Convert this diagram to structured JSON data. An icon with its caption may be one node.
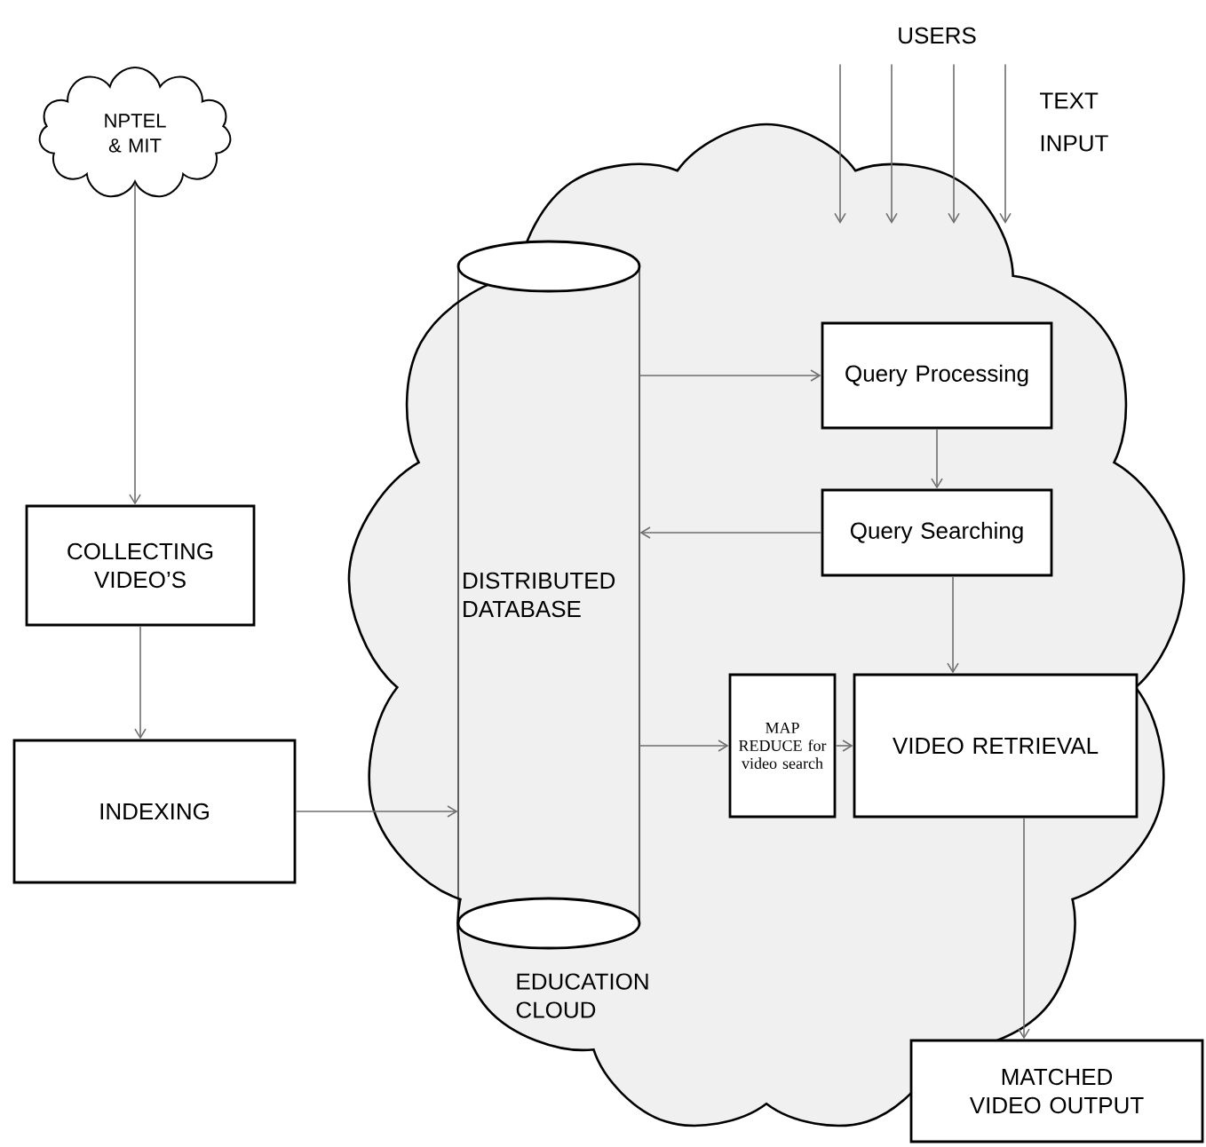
{
  "diagram": {
    "nodes": [
      {
        "text": [
          "NPTEL & MIT"
        ]
      },
      {
        "text": [
          "COLLECTING VIDEO’S"
        ]
      },
      {
        "text": [
          "INDEXING"
        ]
      },
      {
        "text": [
          "EDUCATION CLOUD"
        ]
      },
      {
        "text": [
          "DISTRIBUTED DATABASE"
        ],
        "in": 3
      },
      {
        "text": [
          "Query Processing"
        ],
        "in": 3
      },
      {
        "text": [
          "Query Searching"
        ],
        "in": 3
      },
      {
        "text": [
          "MAP REDUCE for video search"
        ],
        "in": 3
      },
      {
        "text": [
          "VIDEO RETRIEVAL"
        ],
        "in": 3
      },
      {
        "text": [
          "MATCHED VIDEO OUTPUT"
        ]
      },
      {
        "text": [
          "USERS"
        ]
      }
    ],
    "edges": [
      {
        "from": 0,
        "to": 1,
        "arrow": "to"
      },
      {
        "from": 1,
        "to": 2,
        "arrow": "to"
      },
      {
        "from": 2,
        "to": 4,
        "arrow": "to"
      },
      {
        "from": 4,
        "to": 5,
        "arrow": "to"
      },
      {
        "from": 5,
        "to": 6,
        "arrow": "to"
      },
      {
        "from": 6,
        "to": 4,
        "arrow": "to"
      },
      {
        "from": 4,
        "to": 7,
        "arrow": "to"
      },
      {
        "from": 7,
        "to": 8,
        "arrow": "to"
      },
      {
        "from": 6,
        "to": 8,
        "arrow": "to"
      },
      {
        "from": 8,
        "to": 9,
        "arrow": "to"
      },
      {
        "from": 10,
        "to": 3,
        "arrow": "to"
      },
      {
        "from": 10,
        "to": 3,
        "arrow": "to"
      },
      {
        "from": 10,
        "to": 3,
        "arrow": "to"
      },
      {
        "from": 10,
        "to": 3,
        "arrow": "to"
      }
    ],
    "labels": [
      "TEXT INPUT"
    ]
  }
}
